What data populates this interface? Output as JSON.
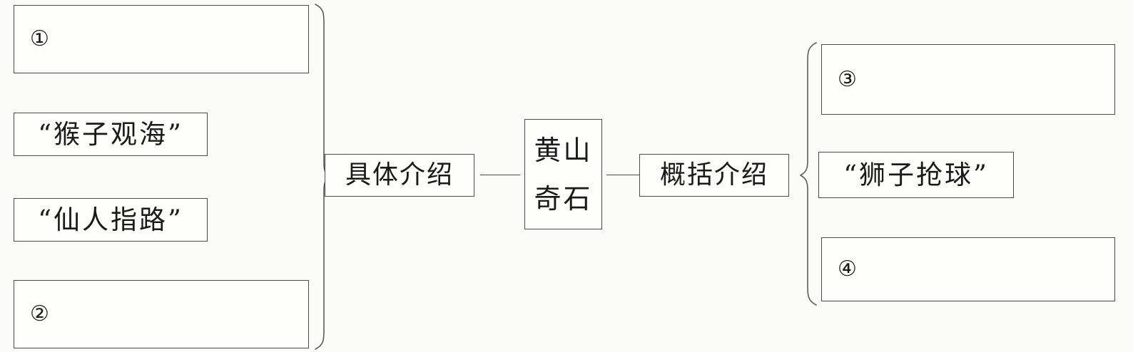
{
  "diagram": {
    "type": "mind-map",
    "title_text": "黄山奇石",
    "root": {
      "line1": "黄山",
      "line2": "奇石"
    },
    "branches": {
      "left_label": "具体介绍",
      "right_label": "概括介绍"
    },
    "left_items": [
      {
        "marker": "①",
        "text": "",
        "kind": "blank"
      },
      {
        "marker": "",
        "text": "“猴子观海”",
        "kind": "filled"
      },
      {
        "marker": "",
        "text": "“仙人指路”",
        "kind": "filled"
      },
      {
        "marker": "②",
        "text": "",
        "kind": "blank"
      }
    ],
    "right_items": [
      {
        "marker": "③",
        "text": "",
        "kind": "blank"
      },
      {
        "marker": "",
        "text": "“狮子抢球”",
        "kind": "filled"
      },
      {
        "marker": "④",
        "text": "",
        "kind": "blank"
      }
    ],
    "colors": {
      "background": "#fbfbfa",
      "stroke": "#4a4a4a",
      "brace_stroke": "#5a5a5a",
      "text": "#1a1a1a"
    }
  }
}
